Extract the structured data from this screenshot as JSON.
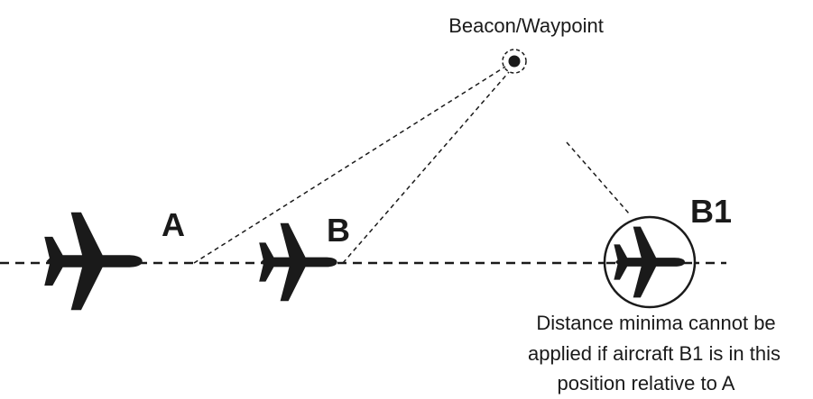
{
  "beacon": {
    "label": "Beacon/Waypoint",
    "icon": "beacon-icon"
  },
  "aircraft": [
    {
      "id": "A",
      "label": "A",
      "icon": "airplane-icon"
    },
    {
      "id": "B",
      "label": "B",
      "icon": "airplane-icon"
    },
    {
      "id": "B1",
      "label": "B1",
      "icon": "airplane-icon"
    }
  ],
  "note": {
    "line1": "Distance minima cannot be",
    "line2": "applied if aircraft B1 is in this",
    "line3": "position relative to A"
  },
  "colors": {
    "ink": "#1a1a1a",
    "background": "#ffffff"
  }
}
